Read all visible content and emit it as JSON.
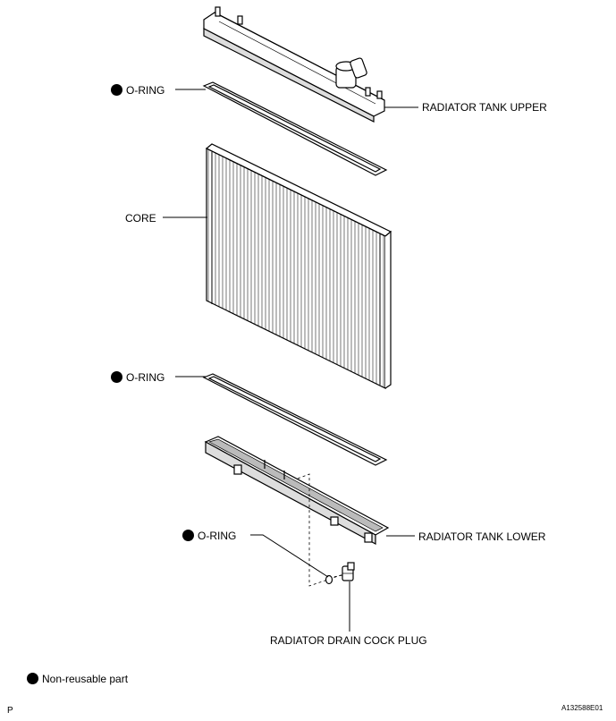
{
  "labels": {
    "oring_upper": "O-RING",
    "radiator_tank_upper": "RADIATOR TANK UPPER",
    "core": "CORE",
    "oring_middle": "O-RING",
    "oring_drain": "O-RING",
    "radiator_tank_lower": "RADIATOR TANK LOWER",
    "drain_cock_plug": "RADIATOR DRAIN COCK PLUG"
  },
  "legend": {
    "symbol": "black-filled-circle",
    "text": "Non-reusable part"
  },
  "footer": {
    "left": "P",
    "right": "A132588E01"
  }
}
